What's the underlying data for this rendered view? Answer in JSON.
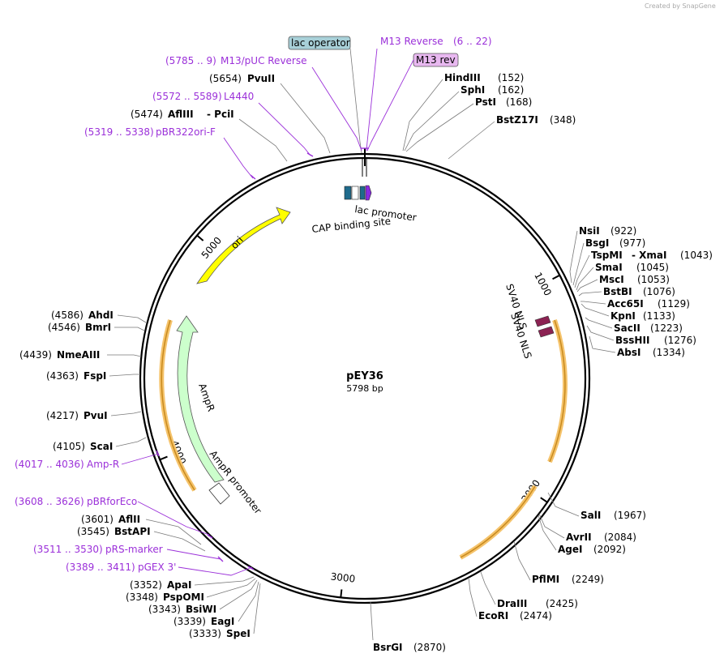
{
  "plasmid": {
    "name": "pEY36",
    "length_text": "5798 bp",
    "length": 5798
  },
  "branding": {
    "text": "Created by SnapGene",
    "color": "#aaaaaa"
  },
  "colors": {
    "primer": "#9b30d9",
    "ori": "#ffff00",
    "ampr": "#ccffcc",
    "orf": "#f5c36b",
    "nls": "#8b2252",
    "operator": "#a8d0d8"
  },
  "ticks": [
    {
      "label": "1000",
      "pos": 1000
    },
    {
      "label": "2000",
      "pos": 2000
    },
    {
      "label": "3000",
      "pos": 3000
    },
    {
      "label": "4000",
      "pos": 4000
    },
    {
      "label": "5000",
      "pos": 5000
    }
  ],
  "features": [
    {
      "name": "ori",
      "start": 4940,
      "end": 5560
    },
    {
      "name": "AmpR",
      "start": 3940,
      "end": 4600
    },
    {
      "name": "AmpR promoter",
      "start": 3850,
      "end": 3940
    },
    {
      "name": "SV40 NLS",
      "start": 1140,
      "end": 1160
    },
    {
      "name": "SV40 NLS",
      "start": 1190,
      "end": 1210
    },
    {
      "name": "lac promoter",
      "start": 5740,
      "end": 5775
    },
    {
      "name": "CAP binding site",
      "start": 5700,
      "end": 5720
    },
    {
      "name": "lac operator",
      "start": 5790,
      "end": 5798
    }
  ],
  "boxed_labels": [
    {
      "text": "lac operator",
      "color": "#a8d0d8"
    },
    {
      "text": "M13 rev",
      "color": "#e8b8f0"
    }
  ],
  "primers": [
    {
      "range": "(5785 .. 9)",
      "name": "M13/pUC Reverse"
    },
    {
      "range": "(5572 .. 5589)",
      "name": "L4440"
    },
    {
      "range": "(5319 .. 5338)",
      "name": "pBR322ori-F"
    },
    {
      "range": "(6 .. 22)",
      "name": "M13 Reverse"
    },
    {
      "range": "(4017 .. 4036)",
      "name": "Amp-R"
    },
    {
      "range": "(3608 .. 3626)",
      "name": "pBRforEco"
    },
    {
      "range": "(3511 .. 3530)",
      "name": "pRS-marker"
    },
    {
      "range": "(3389 .. 3411)",
      "name": "pGEX 3'"
    }
  ],
  "sites_right": [
    {
      "name": "HindIII",
      "pos": "(152)"
    },
    {
      "name": "SphI",
      "pos": "(162)"
    },
    {
      "name": "PstI",
      "pos": "(168)"
    },
    {
      "name": "BstZ17I",
      "pos": "(348)"
    },
    {
      "name": "NsiI",
      "pos": "(922)"
    },
    {
      "name": "BsgI",
      "pos": "(977)"
    },
    {
      "name": "TspMI",
      "pos": "",
      "extra": "- XmaI",
      "pos2": "(1043)"
    },
    {
      "name": "SmaI",
      "pos": "(1045)"
    },
    {
      "name": "MscI",
      "pos": "(1053)"
    },
    {
      "name": "BstBI",
      "pos": "(1076)"
    },
    {
      "name": "Acc65I",
      "pos": "(1129)"
    },
    {
      "name": "KpnI",
      "pos": "(1133)"
    },
    {
      "name": "SacII",
      "pos": "(1223)"
    },
    {
      "name": "BssHII",
      "pos": "(1276)"
    },
    {
      "name": "AbsI",
      "pos": "(1334)"
    },
    {
      "name": "SalI",
      "pos": "(1967)"
    },
    {
      "name": "AvrII",
      "pos": "(2084)"
    },
    {
      "name": "AgeI",
      "pos": "(2092)"
    },
    {
      "name": "PflMI",
      "pos": "(2249)"
    },
    {
      "name": "DraIII",
      "pos": "(2425)"
    },
    {
      "name": "EcoRI",
      "pos": "(2474)"
    },
    {
      "name": "BsrGI",
      "pos": "(2870)"
    }
  ],
  "sites_left": [
    {
      "name": "PvuII",
      "pos": "(5654)"
    },
    {
      "name": "AflIII",
      "pos": "(5474)",
      "extra": "- PciI"
    },
    {
      "name": "AhdI",
      "pos": "(4586)"
    },
    {
      "name": "BmrI",
      "pos": "(4546)"
    },
    {
      "name": "NmeAIII",
      "pos": "(4439)"
    },
    {
      "name": "FspI",
      "pos": "(4363)"
    },
    {
      "name": "PvuI",
      "pos": "(4217)"
    },
    {
      "name": "ScaI",
      "pos": "(4105)"
    },
    {
      "name": "AflII",
      "pos": "(3601)"
    },
    {
      "name": "BstAPI",
      "pos": "(3545)"
    },
    {
      "name": "ApaI",
      "pos": "(3352)"
    },
    {
      "name": "PspOMI",
      "pos": "(3348)"
    },
    {
      "name": "BsiWI",
      "pos": "(3343)"
    },
    {
      "name": "EagI",
      "pos": "(3339)"
    },
    {
      "name": "SpeI",
      "pos": "(3333)"
    }
  ]
}
